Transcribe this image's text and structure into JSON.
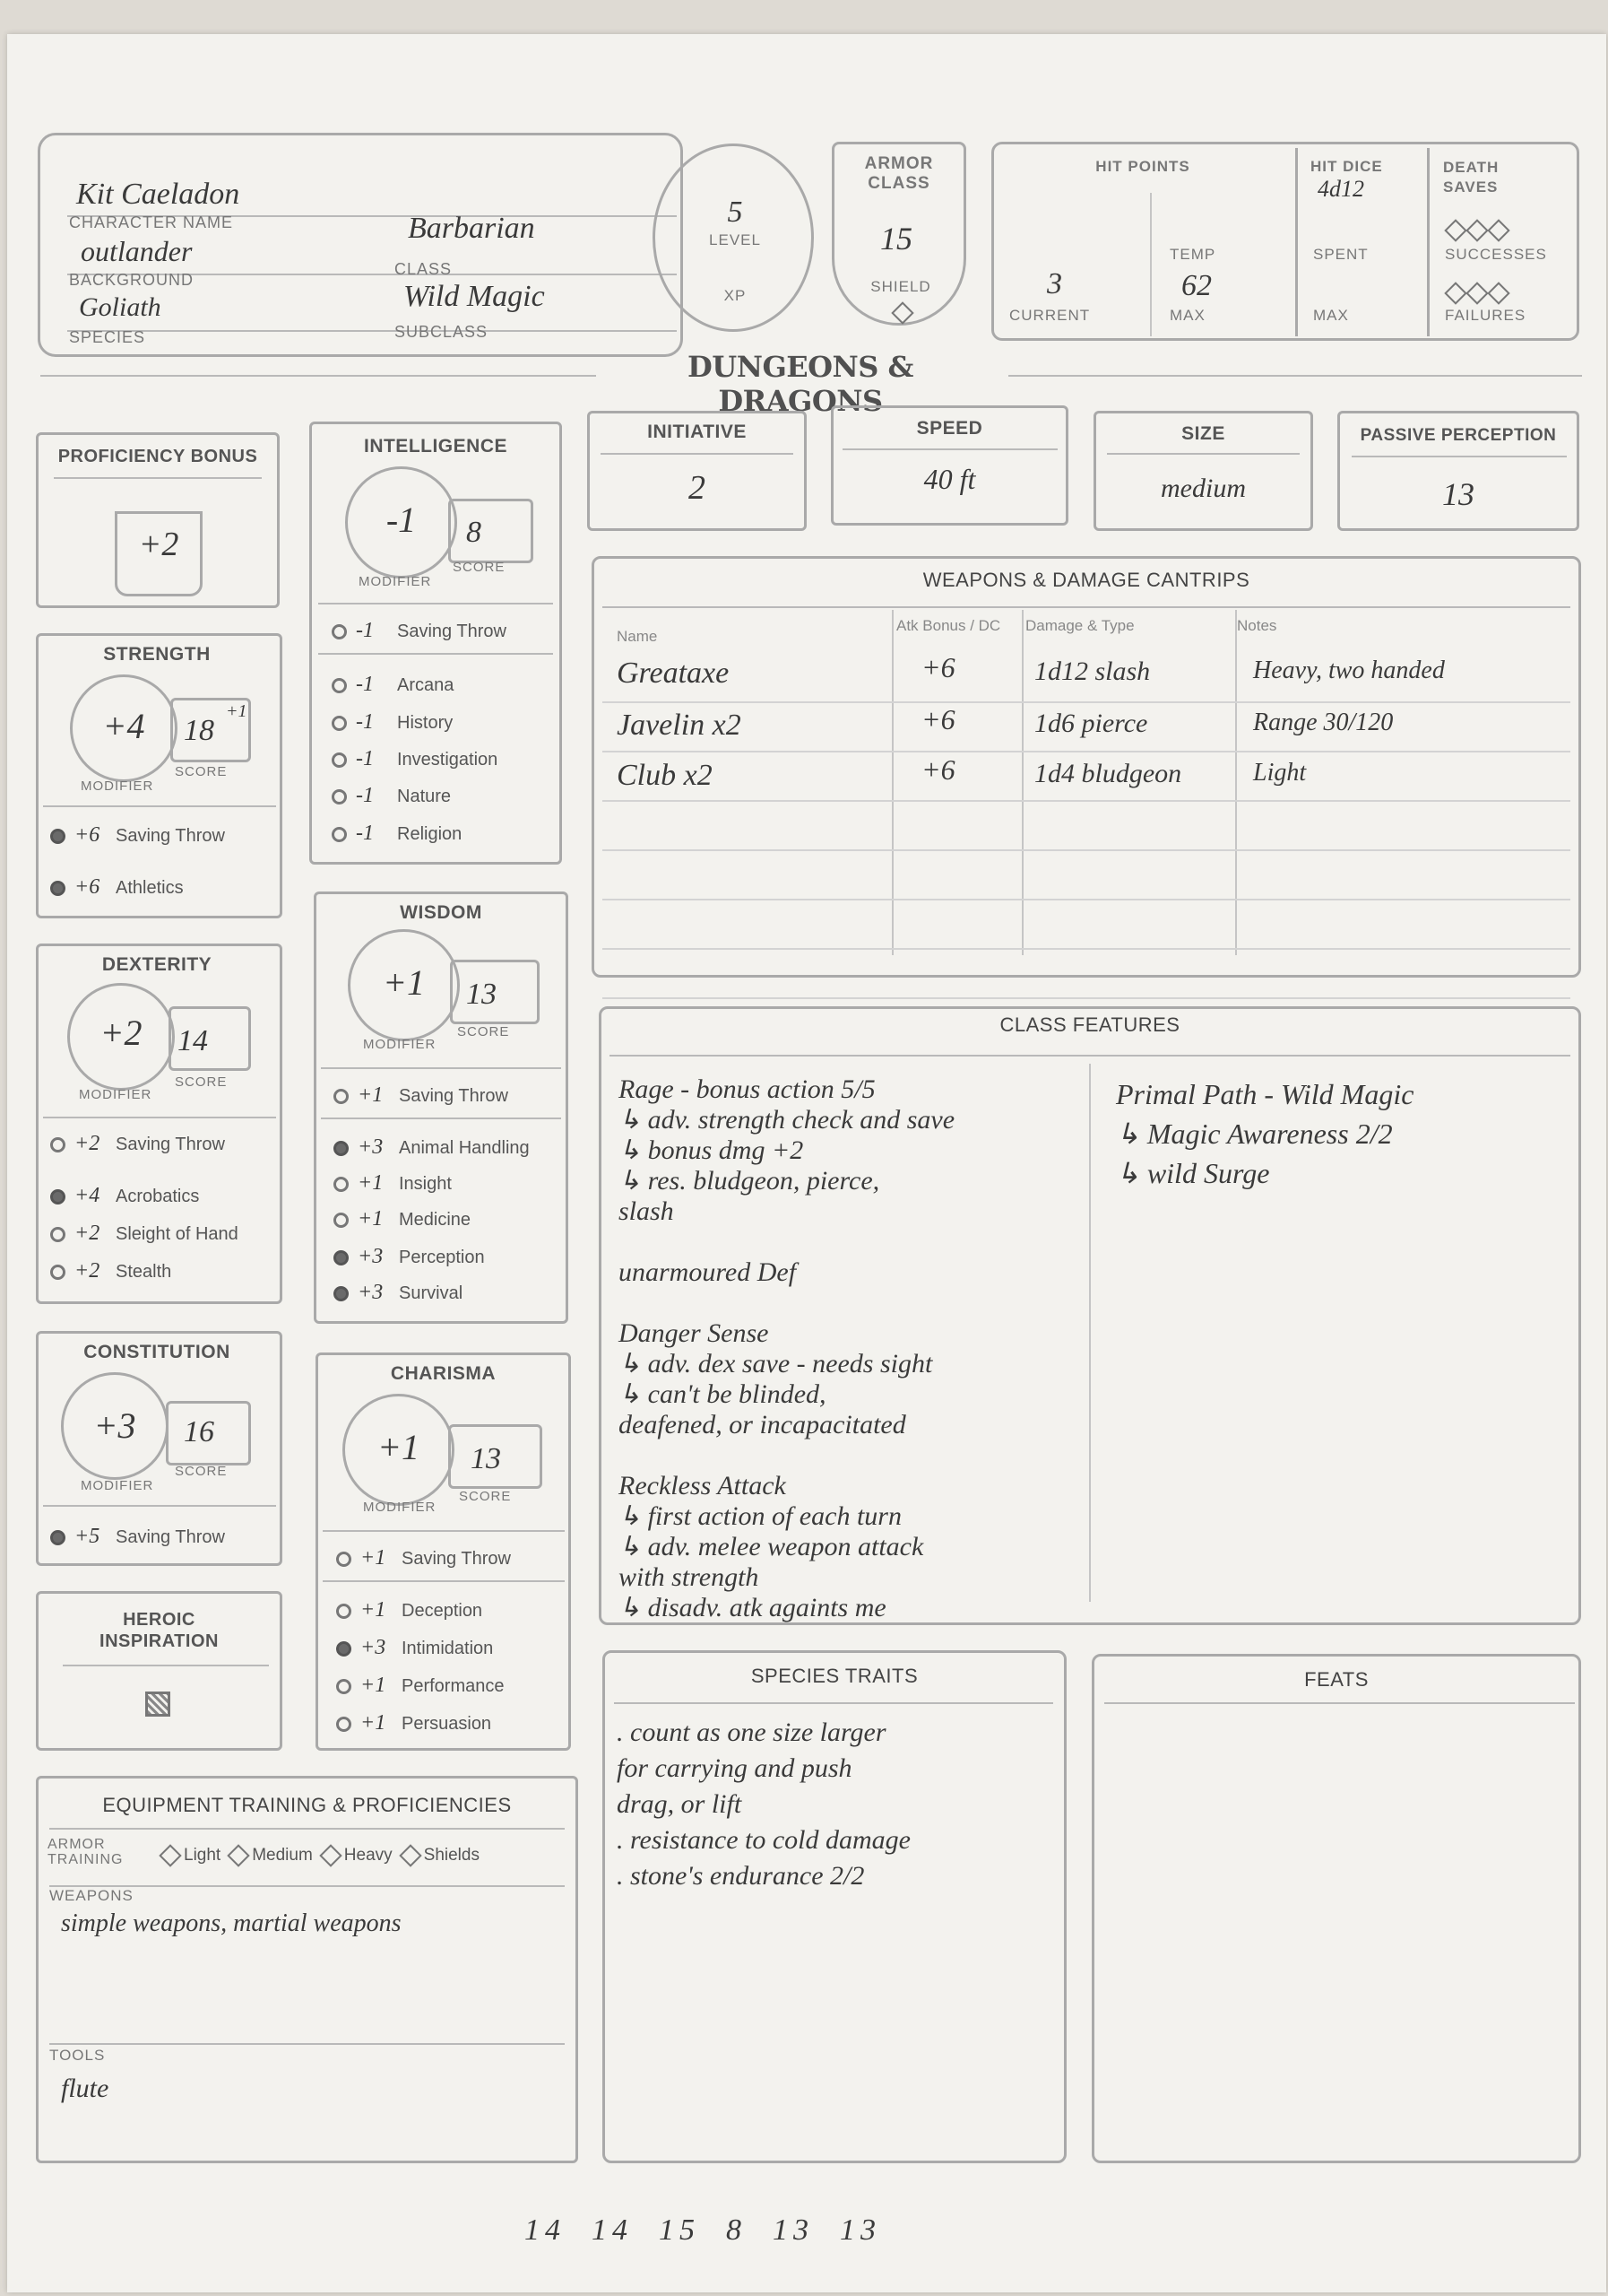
{
  "header": {
    "character_name": {
      "value": "Kit Caeladon",
      "label": "CHARACTER NAME"
    },
    "background": {
      "value": "outlander",
      "label": "BACKGROUND"
    },
    "species": {
      "value": "Goliath",
      "label": "SPECIES"
    },
    "class": {
      "value": "Barbarian",
      "label": "CLASS"
    },
    "subclass": {
      "value": "Wild Magic",
      "label": "SUBCLASS"
    },
    "level": {
      "value": "5",
      "label": "LEVEL"
    },
    "xp_label": "XP",
    "armor_class": {
      "label": "ARMOR CLASS",
      "value": "15",
      "shield_label": "SHIELD"
    },
    "hit_points": {
      "label": "HIT POINTS",
      "current": "3",
      "current_label": "CURRENT",
      "temp_label": "TEMP",
      "max": "62",
      "max_label": "MAX"
    },
    "hit_dice": {
      "label": "HIT DICE",
      "value": "4d12",
      "spent_label": "SPENT",
      "max_label": "MAX"
    },
    "death_saves": {
      "label": "DEATH SAVES",
      "successes_label": "SUCCESSES",
      "failures_label": "FAILURES"
    },
    "logo": "DUNGEONS & DRAGONS"
  },
  "stats": {
    "initiative": {
      "label": "INITIATIVE",
      "value": "2"
    },
    "speed": {
      "label": "SPEED",
      "value": "40 ft"
    },
    "size": {
      "label": "SIZE",
      "value": "medium"
    },
    "passive_perception": {
      "label": "PASSIVE PERCEPTION",
      "value": "13"
    }
  },
  "proficiency_bonus": {
    "label": "PROFICIENCY BONUS",
    "value": "+2"
  },
  "abilities": {
    "modifier_label": "MODIFIER",
    "score_label": "SCORE",
    "strength": {
      "label": "STRENGTH",
      "modifier": "+4",
      "score": "18",
      "score_note": "+1",
      "skills": [
        {
          "mod": "+6",
          "name": "Saving Throw",
          "prof": true
        },
        {
          "mod": "+6",
          "name": "Athletics",
          "prof": true
        }
      ]
    },
    "dexterity": {
      "label": "DEXTERITY",
      "modifier": "+2",
      "score": "14",
      "skills": [
        {
          "mod": "+2",
          "name": "Saving Throw",
          "prof": false
        },
        {
          "mod": "+4",
          "name": "Acrobatics",
          "prof": true
        },
        {
          "mod": "+2",
          "name": "Sleight of Hand",
          "prof": false
        },
        {
          "mod": "+2",
          "name": "Stealth",
          "prof": false
        }
      ]
    },
    "constitution": {
      "label": "CONSTITUTION",
      "modifier": "+3",
      "score": "16",
      "skills": [
        {
          "mod": "+5",
          "name": "Saving Throw",
          "prof": true
        }
      ]
    },
    "intelligence": {
      "label": "INTELLIGENCE",
      "modifier": "-1",
      "score": "8",
      "skills": [
        {
          "mod": "-1",
          "name": "Saving Throw",
          "prof": false
        },
        {
          "mod": "-1",
          "name": "Arcana",
          "prof": false
        },
        {
          "mod": "-1",
          "name": "History",
          "prof": false
        },
        {
          "mod": "-1",
          "name": "Investigation",
          "prof": false
        },
        {
          "mod": "-1",
          "name": "Nature",
          "prof": false
        },
        {
          "mod": "-1",
          "name": "Religion",
          "prof": false
        }
      ]
    },
    "wisdom": {
      "label": "WISDOM",
      "modifier": "+1",
      "score": "13",
      "skills": [
        {
          "mod": "+1",
          "name": "Saving Throw",
          "prof": false
        },
        {
          "mod": "+3",
          "name": "Animal Handling",
          "prof": true
        },
        {
          "mod": "+1",
          "name": "Insight",
          "prof": false
        },
        {
          "mod": "+1",
          "name": "Medicine",
          "prof": false
        },
        {
          "mod": "+3",
          "name": "Perception",
          "prof": true
        },
        {
          "mod": "+3",
          "name": "Survival",
          "prof": true
        }
      ]
    },
    "charisma": {
      "label": "CHARISMA",
      "modifier": "+1",
      "score": "13",
      "skills": [
        {
          "mod": "+1",
          "name": "Saving Throw",
          "prof": false
        },
        {
          "mod": "+1",
          "name": "Deception",
          "prof": false
        },
        {
          "mod": "+3",
          "name": "Intimidation",
          "prof": true
        },
        {
          "mod": "+1",
          "name": "Performance",
          "prof": false
        },
        {
          "mod": "+1",
          "name": "Persuasion",
          "prof": false
        }
      ]
    }
  },
  "heroic_inspiration": {
    "label": "HEROIC INSPIRATION"
  },
  "equipment": {
    "title": "EQUIPMENT TRAINING & PROFICIENCIES",
    "armor_training_label": "ARMOR TRAINING",
    "armor_types": [
      "Light",
      "Medium",
      "Heavy",
      "Shields"
    ],
    "weapons_label": "WEAPONS",
    "weapons_value": "simple weapons, martial weapons",
    "tools_label": "TOOLS",
    "tools_value": "flute"
  },
  "weapons": {
    "title": "WEAPONS & DAMAGE CANTRIPS",
    "columns": [
      "Name",
      "Atk Bonus / DC",
      "Damage & Type",
      "Notes"
    ],
    "rows": [
      {
        "name": "Greataxe",
        "atk": "+6",
        "damage": "1d12 slash",
        "notes": "Heavy, two handed"
      },
      {
        "name": "Javelin x2",
        "atk": "+6",
        "damage": "1d6 pierce",
        "notes": "Range 30/120"
      },
      {
        "name": "Club x2",
        "atk": "+6",
        "damage": "1d4 bludgeon",
        "notes": "Light"
      }
    ]
  },
  "class_features": {
    "title": "CLASS FEATURES",
    "left_lines": [
      "Rage - bonus action  5/5",
      "↳ adv. strength check and save",
      "↳ bonus dmg +2",
      "↳ res. bludgeon, pierce,",
      "slash",
      "",
      "unarmoured Def",
      "",
      "Danger Sense",
      "↳ adv. dex save - needs sight",
      "↳ can't be blinded,",
      "deafened, or incapacitated",
      "",
      "Reckless Attack",
      "↳ first action of each turn",
      "↳ adv. melee weapon attack",
      "with strength",
      "↳ disadv. atk againts me"
    ],
    "right_lines": [
      "Primal Path - Wild Magic",
      "↳ Magic Awareness 2/2",
      "↳ wild Surge"
    ]
  },
  "species_traits": {
    "title": "SPECIES TRAITS",
    "lines": [
      ". count as one size larger",
      "for carrying and push",
      "drag, or lift",
      ". resistance to cold damage",
      ". stone's endurance 2/2"
    ]
  },
  "feats": {
    "title": "FEATS"
  },
  "footer_numbers": "14  14  15  8  13  13"
}
